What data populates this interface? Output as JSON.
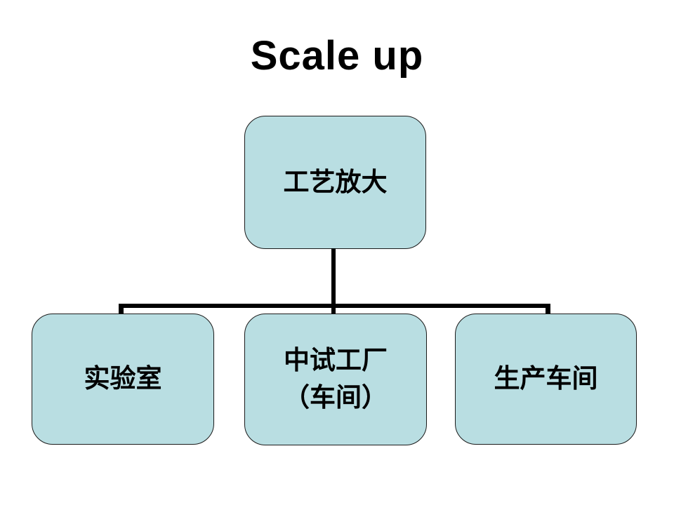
{
  "slide": {
    "title": "Scale up"
  },
  "diagram": {
    "type": "org-chart",
    "root": {
      "id": "process-scale-up",
      "label": "工艺放大"
    },
    "children": [
      {
        "id": "laboratory",
        "label": "实验室"
      },
      {
        "id": "pilot-plant",
        "label": "中试工厂",
        "label_line2": "（车间）"
      },
      {
        "id": "production-workshop",
        "label": "生产车间"
      }
    ],
    "colors": {
      "slide_bg": "#ffffff",
      "node_fill": "#b9dee2",
      "node_border": "#1a1a1a",
      "connector": "#000000",
      "text": "#000000"
    }
  }
}
